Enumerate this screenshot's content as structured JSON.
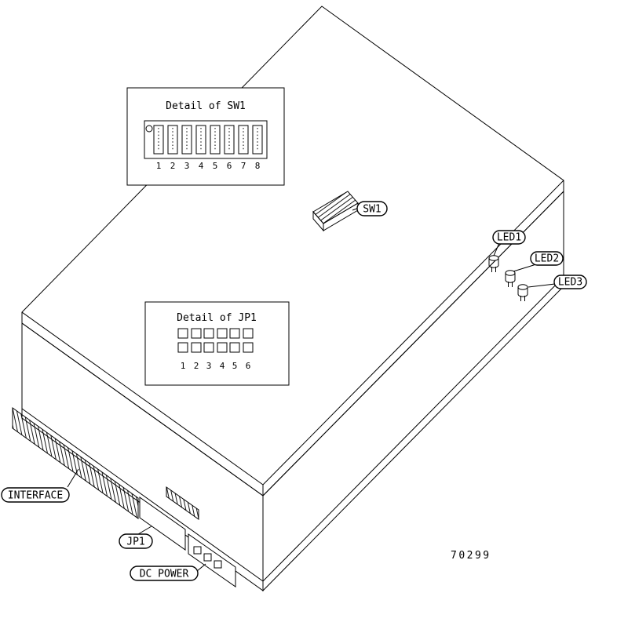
{
  "figure": {
    "part_number": "70299"
  },
  "sw1_detail": {
    "title": "Detail of SW1",
    "positions": [
      "1",
      "2",
      "3",
      "4",
      "5",
      "6",
      "7",
      "8"
    ]
  },
  "jp1_detail": {
    "title": "Detail of JP1",
    "positions": [
      "1",
      "2",
      "3",
      "4",
      "5",
      "6"
    ]
  },
  "callouts": {
    "sw1": "SW1",
    "led1": "LED1",
    "led2": "LED2",
    "led3": "LED3",
    "interface": "INTERFACE",
    "jp1": "JP1",
    "dc_power": "DC POWER"
  }
}
